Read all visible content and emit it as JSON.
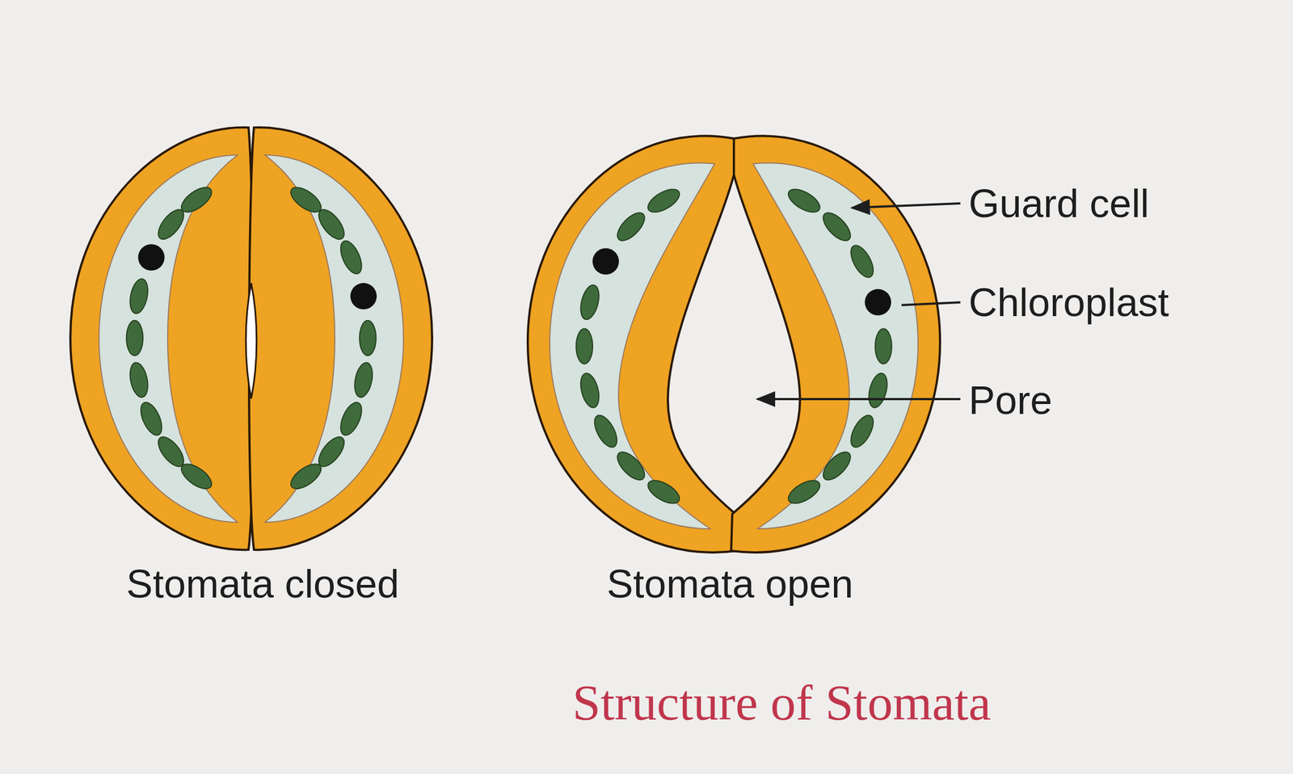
{
  "diagram": {
    "caption": "Structure of Stomata",
    "labels": [
      "Guard cell",
      "Chloroplast",
      "Pore",
      "Stomata closed",
      "Stomata open"
    ]
  }
}
